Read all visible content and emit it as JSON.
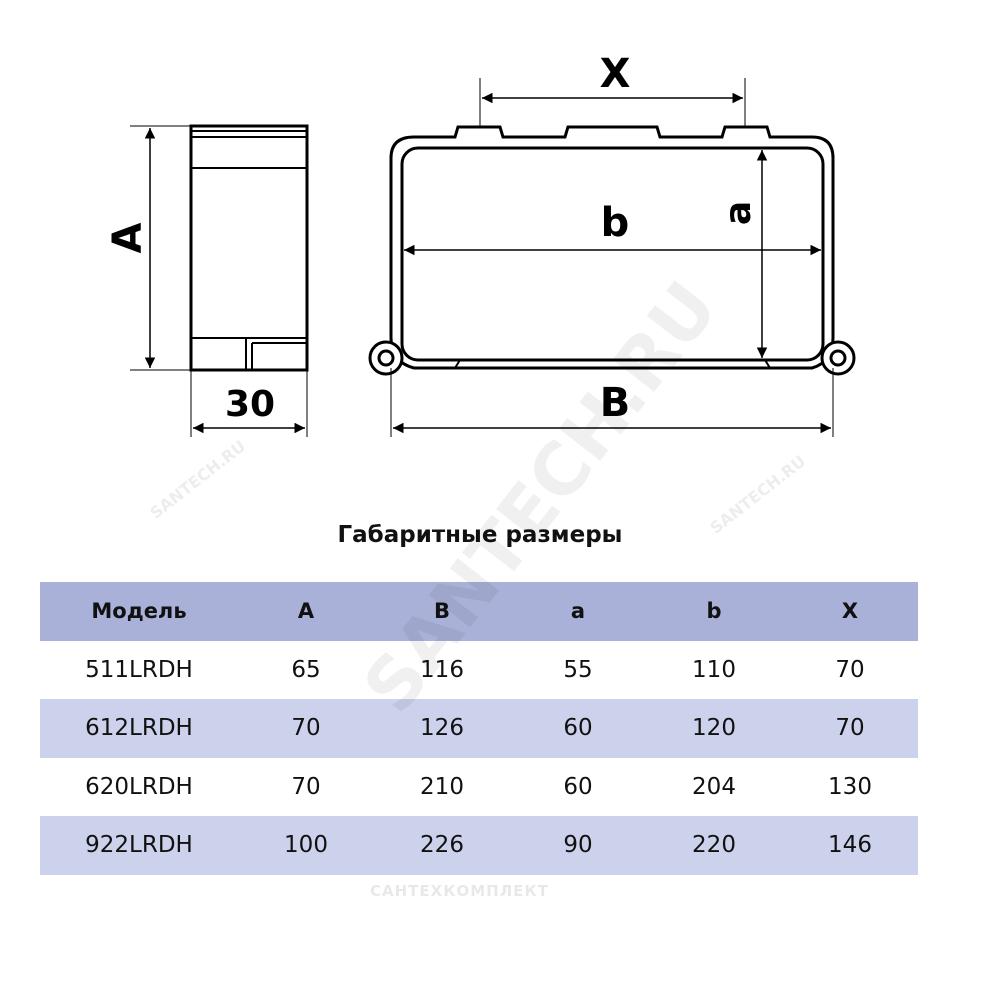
{
  "diagram": {
    "labels": {
      "A": "A",
      "depth": "30",
      "X": "X",
      "b": "b",
      "a": "a",
      "B": "B"
    }
  },
  "table": {
    "title": "Габаритные размеры",
    "headers": [
      "Модель",
      "A",
      "B",
      "a",
      "b",
      "X"
    ],
    "rows": [
      [
        "511LRDH",
        "65",
        "116",
        "55",
        "110",
        "70"
      ],
      [
        "612LRDH",
        "70",
        "126",
        "60",
        "120",
        "70"
      ],
      [
        "620LRDH",
        "70",
        "210",
        "60",
        "204",
        "130"
      ],
      [
        "922LRDH",
        "100",
        "226",
        "90",
        "220",
        "146"
      ]
    ]
  },
  "watermarks": {
    "main": "SANTECH.RU",
    "small": "SANTECH.RU",
    "bottom": "САНТЕХКОМПЛЕКТ"
  },
  "colors": {
    "header_row": "#a9b1d9",
    "alt_row": "#cdd2ec"
  }
}
